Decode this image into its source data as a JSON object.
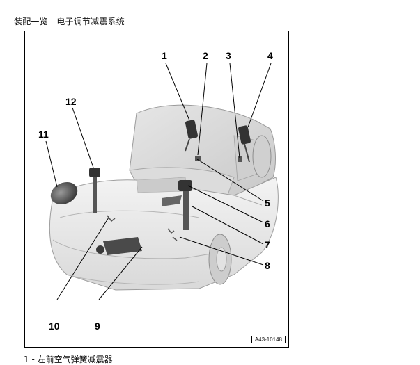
{
  "page": {
    "title": "装配一览 - 电子调节减震系统"
  },
  "figure": {
    "id": "A43-10148",
    "callouts": [
      "1",
      "2",
      "3",
      "4",
      "5",
      "6",
      "7",
      "8",
      "9",
      "10",
      "11",
      "12"
    ]
  },
  "legend": {
    "first_item": "1 - 左前空气弹簧减震器"
  }
}
